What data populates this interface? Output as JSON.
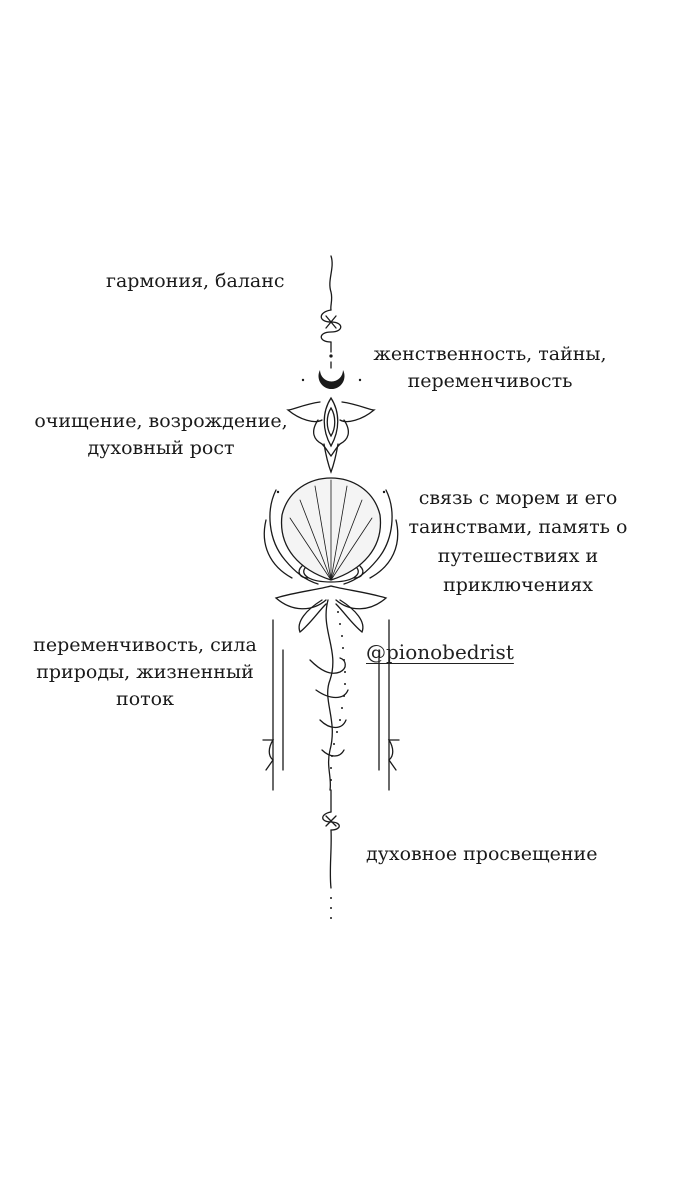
{
  "annotations": {
    "harmony": {
      "line1": "гармония, баланс"
    },
    "feminine": {
      "line1": "женственность, тайны,",
      "line2": "переменчивость"
    },
    "rebirth": {
      "line1": "очищение, возрождение,",
      "line2": "духовный рост"
    },
    "sea": {
      "line1": "связь с морем и его",
      "line2": "таинствами, память о",
      "line3": "путешествиях и",
      "line4": "приключениях"
    },
    "nature": {
      "line1": "переменчивость, сила",
      "line2": "природы, жизненный",
      "line3": "поток"
    },
    "enlightenment": {
      "line1": "духовное просвещение"
    }
  },
  "handle": "@pionobedrist",
  "colors": {
    "ink": "#1a1a1a",
    "background": "#ffffff",
    "shell_shade": "#c8c8c8"
  }
}
